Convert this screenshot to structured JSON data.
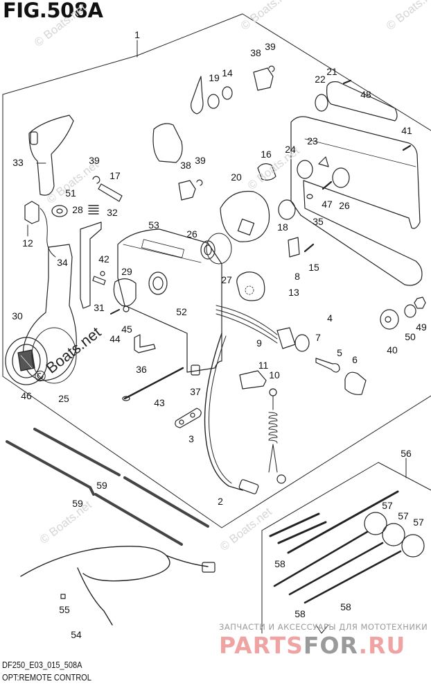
{
  "figure": {
    "title": "FIG.508A",
    "code": "DF250_E03_015_508A",
    "name": "OPT:REMOTE CONTROL"
  },
  "watermarks": {
    "site": "© Boats.net"
  },
  "store": {
    "tagline": "ЗАПЧАСТИ И АКСЕССУАРЫ ДЛЯ МОТОТЕХНИКИ",
    "logo_part_a": "PARTS",
    "logo_part_b": "FOR",
    "logo_part_c": ".RU",
    "logo_color_a": "#f0a3a3",
    "logo_color_b": "#9a9a9a"
  },
  "callouts": [
    {
      "id": "c1",
      "label": "1"
    },
    {
      "id": "c2",
      "label": "2"
    },
    {
      "id": "c3",
      "label": "3"
    },
    {
      "id": "c4",
      "label": "4"
    },
    {
      "id": "c5",
      "label": "5"
    },
    {
      "id": "c6",
      "label": "6"
    },
    {
      "id": "c7",
      "label": "7"
    },
    {
      "id": "c8",
      "label": "8"
    },
    {
      "id": "c9",
      "label": "9"
    },
    {
      "id": "c10",
      "label": "10"
    },
    {
      "id": "c11",
      "label": "11"
    },
    {
      "id": "c12",
      "label": "12"
    },
    {
      "id": "c13",
      "label": "13"
    },
    {
      "id": "c14",
      "label": "14"
    },
    {
      "id": "c15",
      "label": "15"
    },
    {
      "id": "c16",
      "label": "16"
    },
    {
      "id": "c17",
      "label": "17"
    },
    {
      "id": "c18",
      "label": "18"
    },
    {
      "id": "c19",
      "label": "19"
    },
    {
      "id": "c20",
      "label": "20"
    },
    {
      "id": "c21",
      "label": "21"
    },
    {
      "id": "c22",
      "label": "22"
    },
    {
      "id": "c23",
      "label": "23"
    },
    {
      "id": "c24",
      "label": "24"
    },
    {
      "id": "c25",
      "label": "25"
    },
    {
      "id": "c26a",
      "label": "26"
    },
    {
      "id": "c26b",
      "label": "26"
    },
    {
      "id": "c27",
      "label": "27"
    },
    {
      "id": "c28",
      "label": "28"
    },
    {
      "id": "c29",
      "label": "29"
    },
    {
      "id": "c30",
      "label": "30"
    },
    {
      "id": "c31",
      "label": "31"
    },
    {
      "id": "c32",
      "label": "32"
    },
    {
      "id": "c33",
      "label": "33"
    },
    {
      "id": "c34",
      "label": "34"
    },
    {
      "id": "c35",
      "label": "35"
    },
    {
      "id": "c36",
      "label": "36"
    },
    {
      "id": "c37",
      "label": "37"
    },
    {
      "id": "c38a",
      "label": "38"
    },
    {
      "id": "c38b",
      "label": "38"
    },
    {
      "id": "c39a",
      "label": "39"
    },
    {
      "id": "c39b",
      "label": "39"
    },
    {
      "id": "c39c",
      "label": "39"
    },
    {
      "id": "c40",
      "label": "40"
    },
    {
      "id": "c41",
      "label": "41"
    },
    {
      "id": "c42",
      "label": "42"
    },
    {
      "id": "c43",
      "label": "43"
    },
    {
      "id": "c44",
      "label": "44"
    },
    {
      "id": "c45",
      "label": "45"
    },
    {
      "id": "c46",
      "label": "46"
    },
    {
      "id": "c47",
      "label": "47"
    },
    {
      "id": "c48",
      "label": "48"
    },
    {
      "id": "c49",
      "label": "49"
    },
    {
      "id": "c50",
      "label": "50"
    },
    {
      "id": "c51",
      "label": "51"
    },
    {
      "id": "c52",
      "label": "52"
    },
    {
      "id": "c53",
      "label": "53"
    },
    {
      "id": "c54",
      "label": "54"
    },
    {
      "id": "c55",
      "label": "55"
    },
    {
      "id": "c56",
      "label": "56"
    },
    {
      "id": "c57a",
      "label": "57"
    },
    {
      "id": "c57b",
      "label": "57"
    },
    {
      "id": "c57c",
      "label": "57"
    },
    {
      "id": "c58a",
      "label": "58"
    },
    {
      "id": "c58b",
      "label": "58"
    },
    {
      "id": "c58c",
      "label": "58"
    },
    {
      "id": "c59a",
      "label": "59"
    },
    {
      "id": "c59b",
      "label": "59"
    }
  ]
}
